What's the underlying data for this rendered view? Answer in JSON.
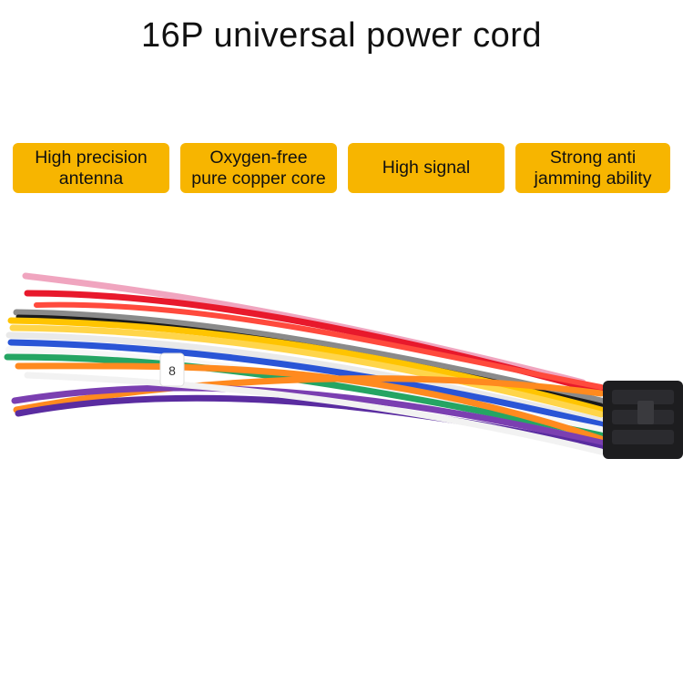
{
  "title": "16P universal power cord",
  "features": [
    "High precision\nantenna",
    "Oxygen-free\npure copper core",
    "High signal",
    "Strong anti\njamming ability"
  ],
  "colors": {
    "badge": "#f7b500",
    "connector": "#1d1d1f",
    "wires": [
      "#e8192c",
      "#ff4a3d",
      "#f0a5bf",
      "#ffc400",
      "#ffd54a",
      "#8a8a8a",
      "#1a1a1a",
      "#ffffff",
      "#e9e9e9",
      "#2a55d6",
      "#25a563",
      "#18b06b",
      "#ff8a1f",
      "#7b3fb1",
      "#5a2ca0",
      "#f7f7f7"
    ]
  },
  "sleeve_label": "8"
}
